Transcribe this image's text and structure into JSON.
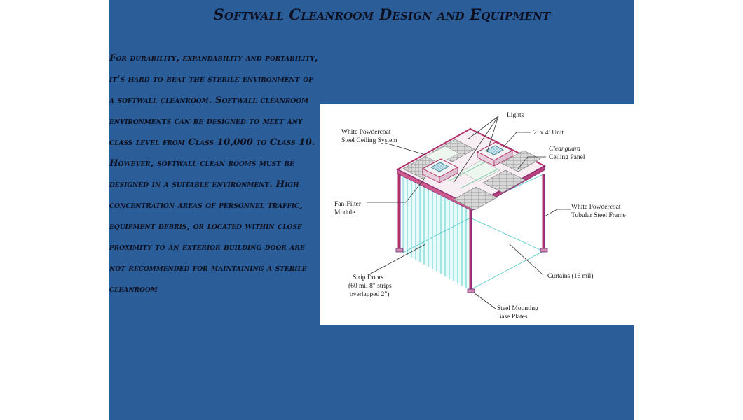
{
  "slide": {
    "title": "Softwall Cleanroom Design and Equipment",
    "body": " For durability, expandability and portability, it’s hard to beat the sterile environment of a softwall cleanroom. Softwall cleanroom environments can be designed to meet any class level from Class 10,000 to Class 10. However, softwall clean rooms must be designed in a suitable environment. High concentration areas of personnel traffic, equipment debris, or located within close proximity to an exterior building door are not recommended for maintaining a sterile cleanroom"
  },
  "diagram": {
    "labels": {
      "lights": "Lights",
      "ceiling_1": "White Powdercoat",
      "ceiling_2": "Steel Ceiling System",
      "unit": "2’ x 4’ Unit",
      "panel_1": "Cleanguard",
      "panel_2": "Ceiling Panel",
      "ffm_1": "Fan-Filter",
      "ffm_2": "Module",
      "frame_1": "White Powdercoat",
      "frame_2": "Tubular Steel Frame",
      "strip_1": "Strip Doors",
      "strip_2": "(60 mil 8\" strips",
      "strip_3": "overlapped 2\")",
      "curtains": "Curtains (16 mil)",
      "base_1": "Steel Mounting",
      "base_2": "Base Plates"
    },
    "colors": {
      "frame": "#b0306a",
      "frame_dark": "#6a2a8a",
      "curtain": "#4fc8c8",
      "grid": "#9a9a9a",
      "filter": "#7ec4d6"
    }
  }
}
